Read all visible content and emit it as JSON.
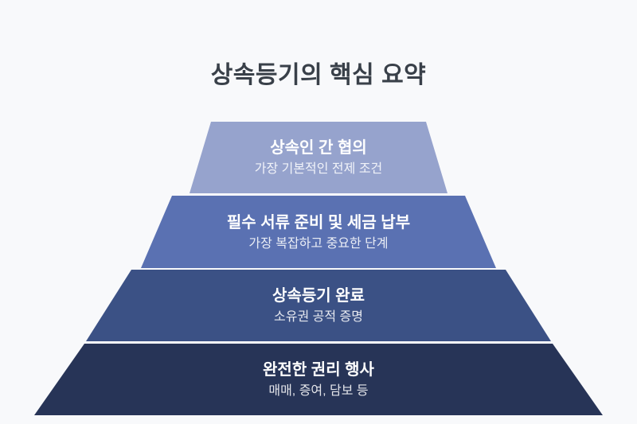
{
  "title": "상속등기의 핵심 요약",
  "colors": {
    "background": "#f8f9fb",
    "title_text": "#394049",
    "heading_text": "#ffffff",
    "subtitle_text": "#e9ecf6",
    "level_1": "#96a3cd",
    "level_2": "#5a71b2",
    "level_3": "#3b5185",
    "level_4": "#273457"
  },
  "pyramid": {
    "levels": [
      {
        "heading": "상속인 간 협의",
        "subtitle": "가장 기본적인 전제 조건",
        "color": "#96a3cd"
      },
      {
        "heading": "필수 서류 준비 및 세금 납부",
        "subtitle": "가장 복잡하고 중요한 단계",
        "color": "#5a71b2"
      },
      {
        "heading": "상속등기 완료",
        "subtitle": "소유권 공적 증명",
        "color": "#3b5185"
      },
      {
        "heading": "완전한 권리 행사",
        "subtitle": "매매, 증여, 담보 등",
        "color": "#273457"
      }
    ]
  }
}
